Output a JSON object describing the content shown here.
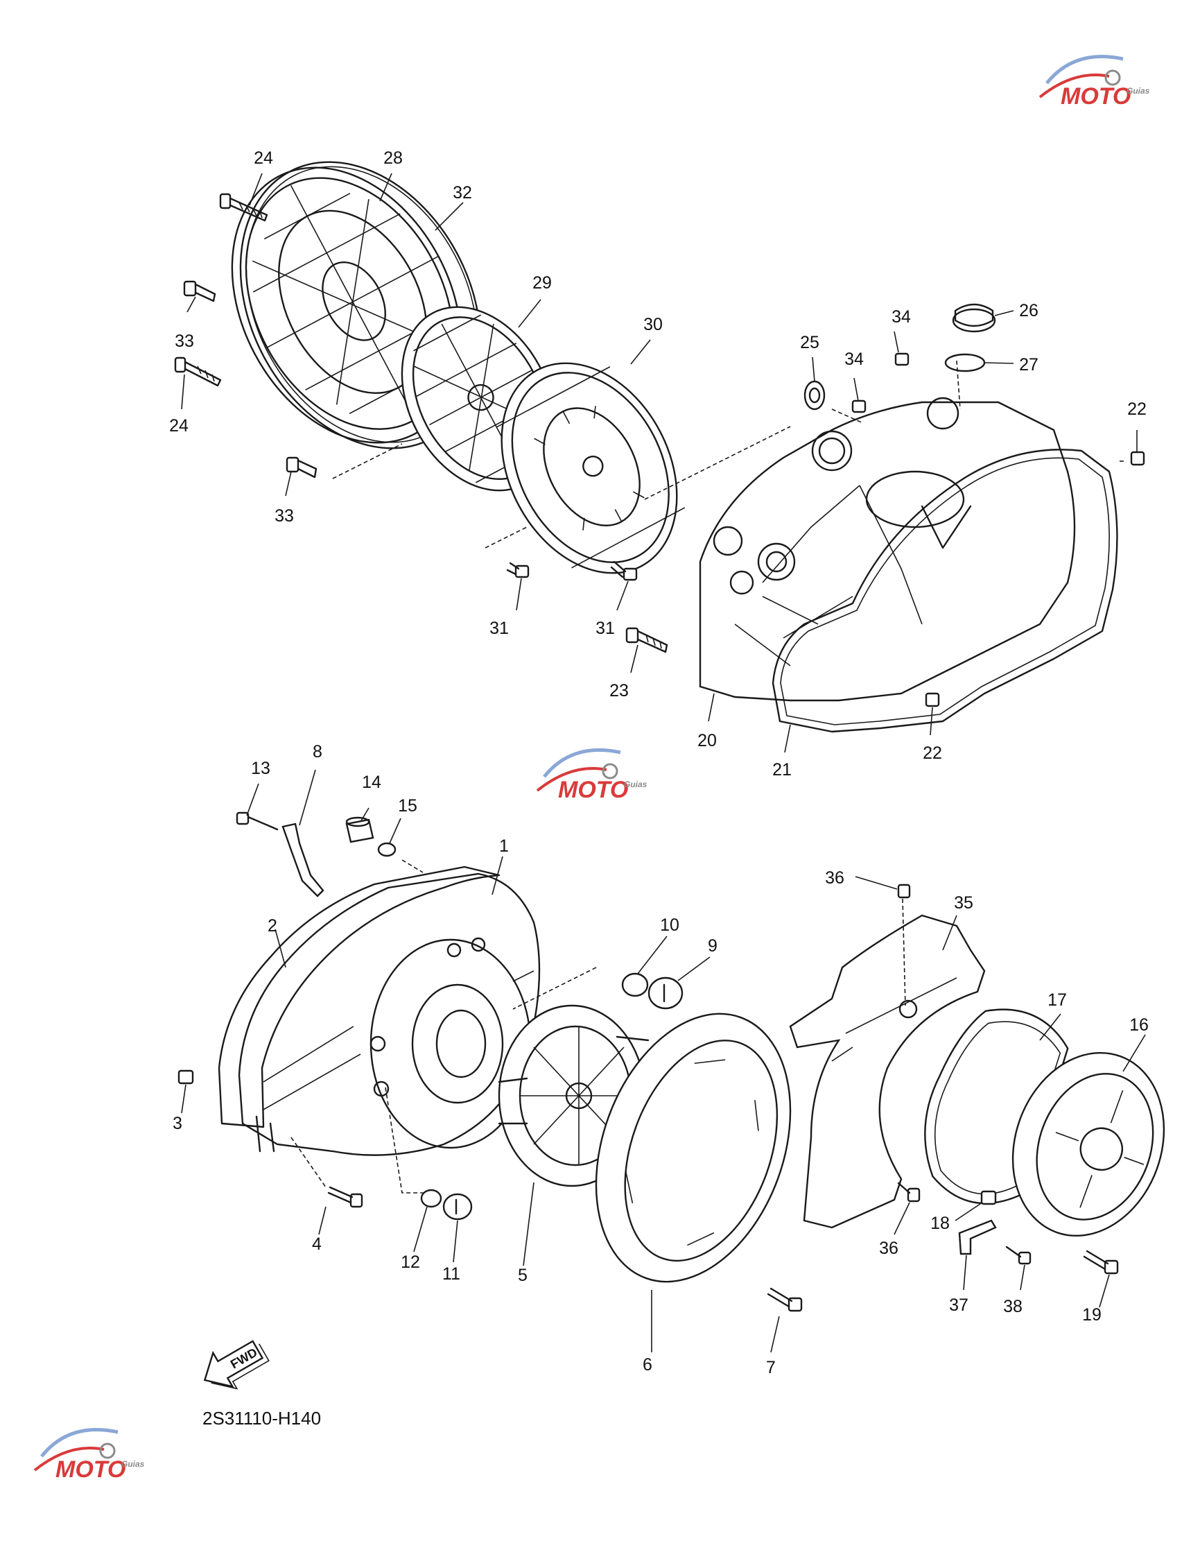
{
  "diagram_code": "2S31110-H140",
  "fwd_label": "FWD",
  "watermark": {
    "brand": "MOTO",
    "sub": "Guias",
    "colors": {
      "red": "#d93a3a",
      "blue": "#8aa7d6",
      "grey": "#8a8a8a"
    }
  },
  "callouts": [
    {
      "id": "c24a",
      "text": "24"
    },
    {
      "id": "c28",
      "text": "28"
    },
    {
      "id": "c32",
      "text": "32"
    },
    {
      "id": "c33a",
      "text": "33"
    },
    {
      "id": "c24b",
      "text": "24"
    },
    {
      "id": "c33b",
      "text": "33"
    },
    {
      "id": "c29",
      "text": "29"
    },
    {
      "id": "c30",
      "text": "30"
    },
    {
      "id": "c31a",
      "text": "31"
    },
    {
      "id": "c31b",
      "text": "31"
    },
    {
      "id": "c23",
      "text": "23"
    },
    {
      "id": "c20",
      "text": "20"
    },
    {
      "id": "c21",
      "text": "21"
    },
    {
      "id": "c22a",
      "text": "22"
    },
    {
      "id": "c22b",
      "text": "22"
    },
    {
      "id": "c25",
      "text": "25"
    },
    {
      "id": "c34a",
      "text": "34"
    },
    {
      "id": "c34b",
      "text": "34"
    },
    {
      "id": "c26",
      "text": "26"
    },
    {
      "id": "c27",
      "text": "27"
    },
    {
      "id": "c13",
      "text": "13"
    },
    {
      "id": "c8",
      "text": "8"
    },
    {
      "id": "c14",
      "text": "14"
    },
    {
      "id": "c15",
      "text": "15"
    },
    {
      "id": "c1",
      "text": "1"
    },
    {
      "id": "c2",
      "text": "2"
    },
    {
      "id": "c3",
      "text": "3"
    },
    {
      "id": "c4",
      "text": "4"
    },
    {
      "id": "c12",
      "text": "12"
    },
    {
      "id": "c11",
      "text": "11"
    },
    {
      "id": "c5",
      "text": "5"
    },
    {
      "id": "c10",
      "text": "10"
    },
    {
      "id": "c9",
      "text": "9"
    },
    {
      "id": "c6",
      "text": "6"
    },
    {
      "id": "c7",
      "text": "7"
    },
    {
      "id": "c36a",
      "text": "36"
    },
    {
      "id": "c35",
      "text": "35"
    },
    {
      "id": "c36b",
      "text": "36"
    },
    {
      "id": "c17",
      "text": "17"
    },
    {
      "id": "c16",
      "text": "16"
    },
    {
      "id": "c18",
      "text": "18"
    },
    {
      "id": "c37",
      "text": "37"
    },
    {
      "id": "c38",
      "text": "38"
    },
    {
      "id": "c19",
      "text": "19"
    }
  ]
}
